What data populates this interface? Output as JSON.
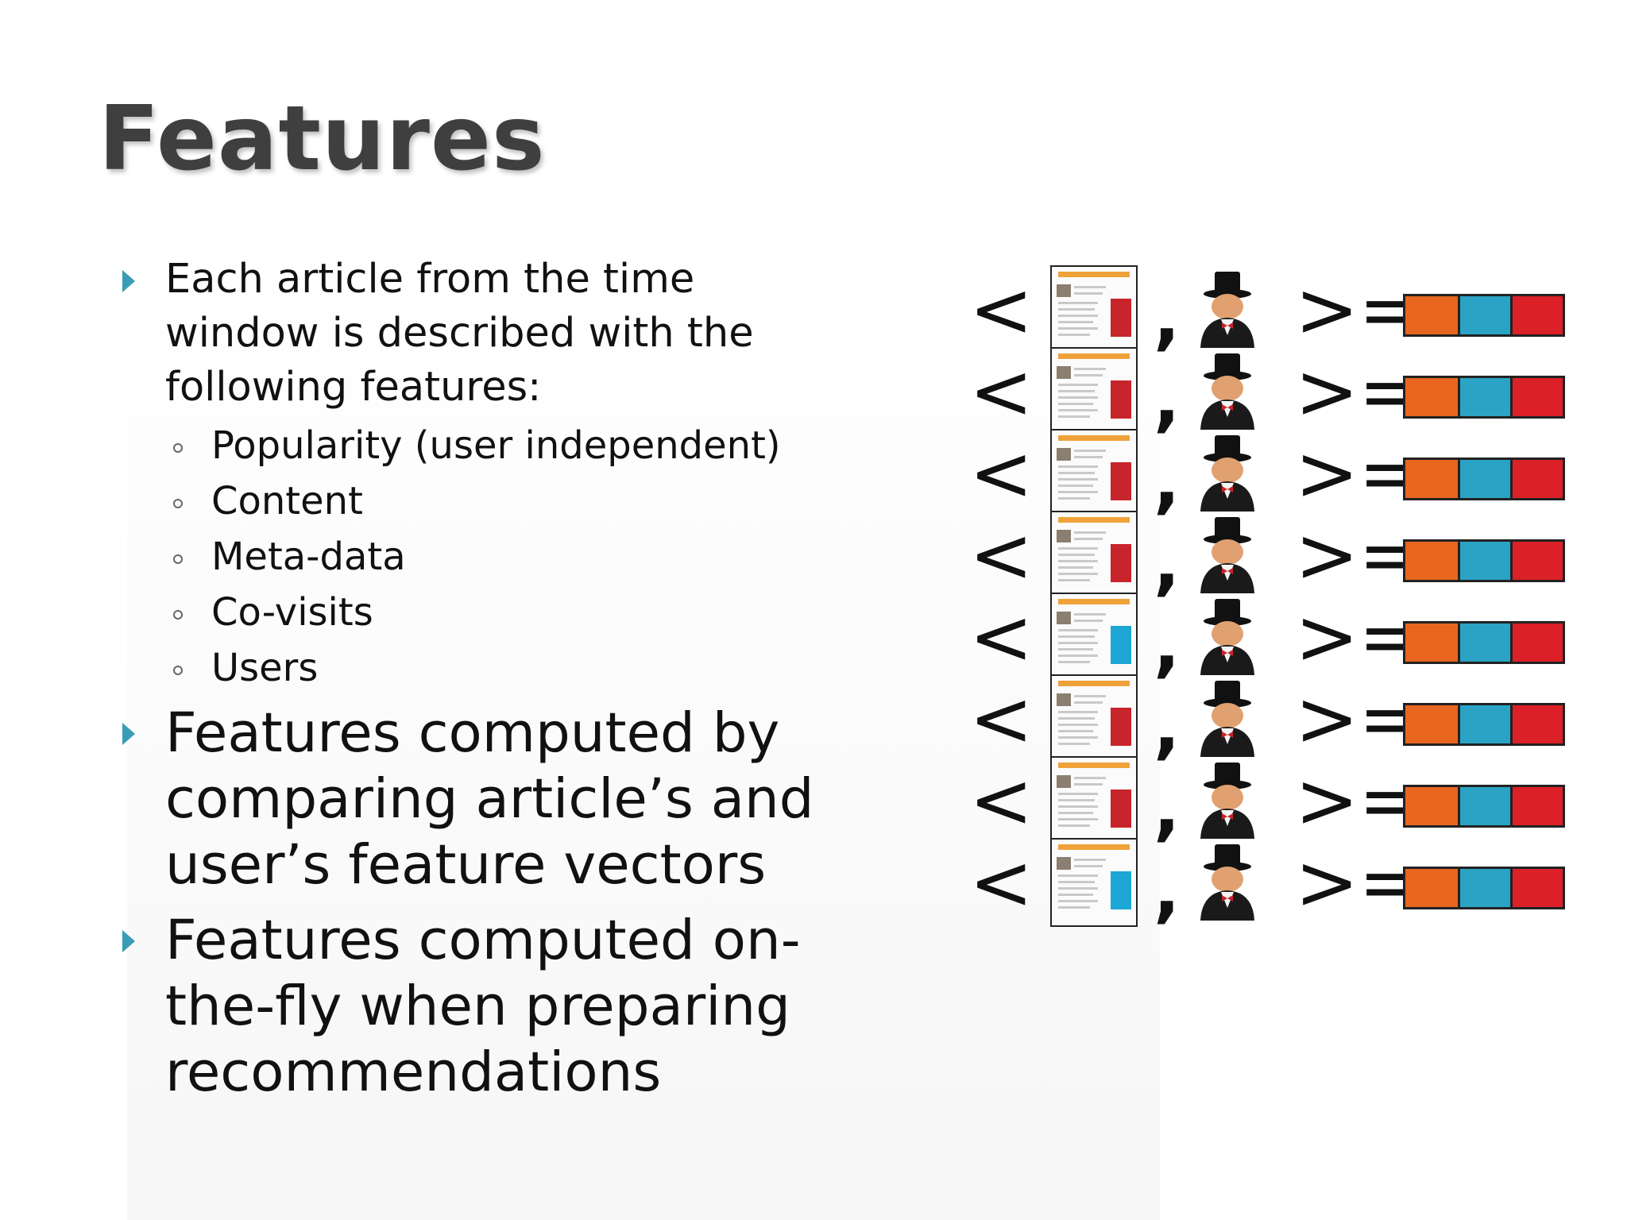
{
  "slide": {
    "title": "Features",
    "bullets": [
      {
        "text": "Each article from the time window is described with the following features:",
        "sub_items": [
          "Popularity (user independent)",
          "Content",
          "Meta-data",
          "Co-visits",
          "Users"
        ]
      },
      {
        "text": "Features computed by comparing article’s and user’s feature vectors"
      },
      {
        "text": "Features computed on-the-fly when preparing recommendations"
      }
    ]
  },
  "diagram": {
    "row_count": 8,
    "open_bracket": "<",
    "separator": ",",
    "close_bracket": ">",
    "equals": "=",
    "thumbnail_sidebar_colors": [
      "red",
      "red",
      "red",
      "red",
      "blue",
      "red",
      "red",
      "blue"
    ],
    "vector_colors": [
      "#e8661f",
      "#2ba3c4",
      "#dc2027"
    ],
    "icons": {
      "article": "article-thumbnail-icon",
      "user": "user-top-hat-icon"
    }
  },
  "colors": {
    "bullet": "#3a9cb5",
    "title": "#3f3f3f"
  }
}
